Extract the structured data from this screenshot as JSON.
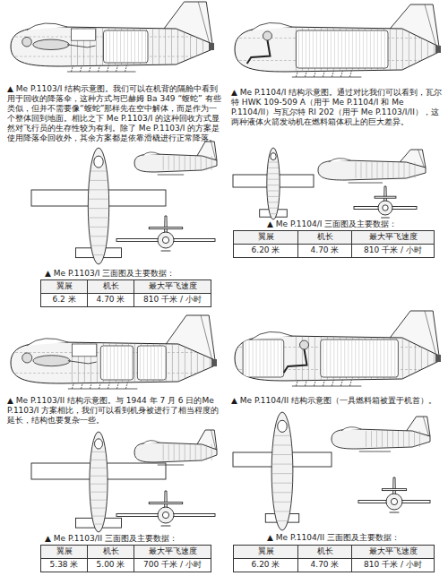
{
  "diagram": {
    "labels": [
      "▲ Me P.1103/I 结构示意图。我们可以在机背的隔舱中看到用于回收的降落伞，这种方式与巴赫姆 Ba 349 “蝮蛇” 有些类似，但并不需要像“蝮蛇”那样先在空中解体，而是作为一个整体回到地面。相比之下 Me P.1103/I 的这种回收方式显然对飞行员的生存性较为有利。除了 Me P.1103/I 的方案是使用降落伞回收外，其余方案都是依靠滑橇进行正常降落。",
      "▲ Me P.1103/I 三面图及主要数据：",
      "翼展",
      "机长",
      "最大平飞速度",
      "6.2 米",
      "4.70 米",
      "810 千米 / 小时",
      "▲ Me P.1103/II 结构示意图。与 1944 年 7 月 6 日的Me P.1103/I 方案相比，我们可以看到机身被进行了相当程度的延长，结构也要复杂一些。",
      "▲ Me P.1103/II 三面图及主要数据：",
      "翼展",
      "机长",
      "最大平飞速度",
      "5.38 米",
      "5.00 米",
      "700 千米 / 小时",
      "▲ Me P.1104/I 结构示意图。通过对比我们可以看到，瓦尔特 HWK 109-509 A（用于 Me P.1104/I 和 Me P.1104/II）与瓦尔特 RI 202（用于 Me P.1103/I/II），这两种液体火箭发动机在燃料箱体积上的巨大差异。",
      "▲ Me P.1104/I 三面图及主要数据：",
      "翼展",
      "机长",
      "最大平飞速度",
      "6.20 米",
      "4.70 米",
      "810 千米 / 小时",
      "▲ Me P.1104/II 结构示意图（一具燃料箱被置于机首）。",
      "▲ Me P.1104/II 三面图及主要数据：",
      "翼展",
      "机长",
      "最大平飞速度",
      "6.20 米",
      "4.70 米",
      "810 千米 / 小时"
    ]
  }
}
